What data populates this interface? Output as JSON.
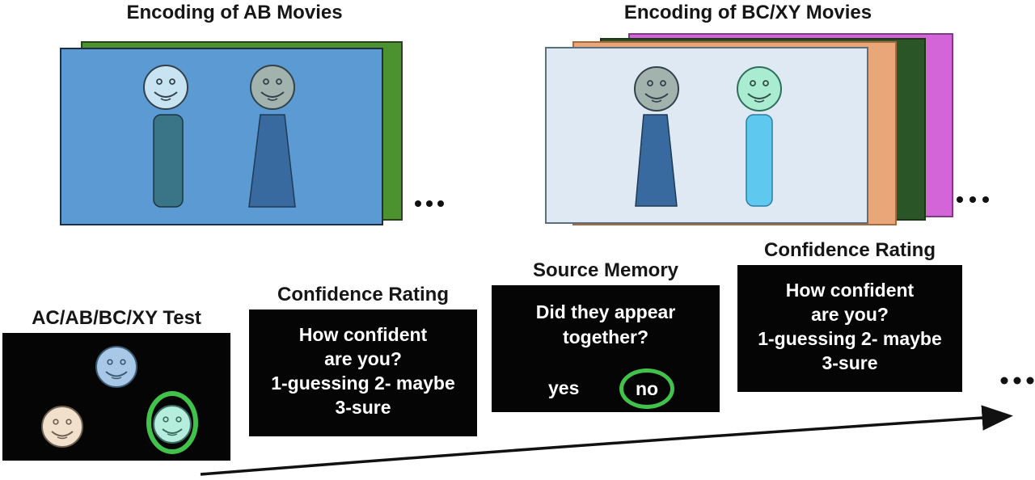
{
  "titles": {
    "encoding_ab": "Encoding of AB Movies",
    "encoding_bcxy": "Encoding of BC/XY Movies",
    "test": "AC/AB/BC/XY Test",
    "confidence": "Confidence Rating",
    "source_memory": "Source Memory"
  },
  "confidence_screen": {
    "line1": "How confident",
    "line2": "are you?",
    "line3": "1-guessing 2- maybe",
    "line4": "3-sure"
  },
  "source_screen": {
    "question_line1": "Did they appear",
    "question_line2": "together?",
    "option_yes": "yes",
    "option_no": "no",
    "circled_option": "no"
  },
  "icons": {
    "ellipsis_ab": "...",
    "ellipsis_bcxy": "...",
    "ellipsis_timeline": "..."
  },
  "colors": {
    "ab_card_front": "#5b9ad3",
    "ab_card_back": "#4c9330",
    "bc_card_front": "#dfe9f3",
    "bc_card_back1": "#e9a678",
    "bc_card_back2": "#2a5527",
    "bc_card_back3": "#d465d8",
    "person_a_head": "#c8e4f3",
    "person_a_body": "#3a7487",
    "person_b_head": "#a2b3ae",
    "person_b_body": "#38699f",
    "person_c_head": "#a9ecd2",
    "person_c_body": "#5fc8ee",
    "test_face_blue": "#a8c8e8",
    "test_face_peach": "#f0e0cc",
    "test_face_cyan": "#b5eedd",
    "highlight_green": "#41c24b",
    "screen_bg": "#050505",
    "screen_text": "#ffffff",
    "arrow": "#111111"
  }
}
